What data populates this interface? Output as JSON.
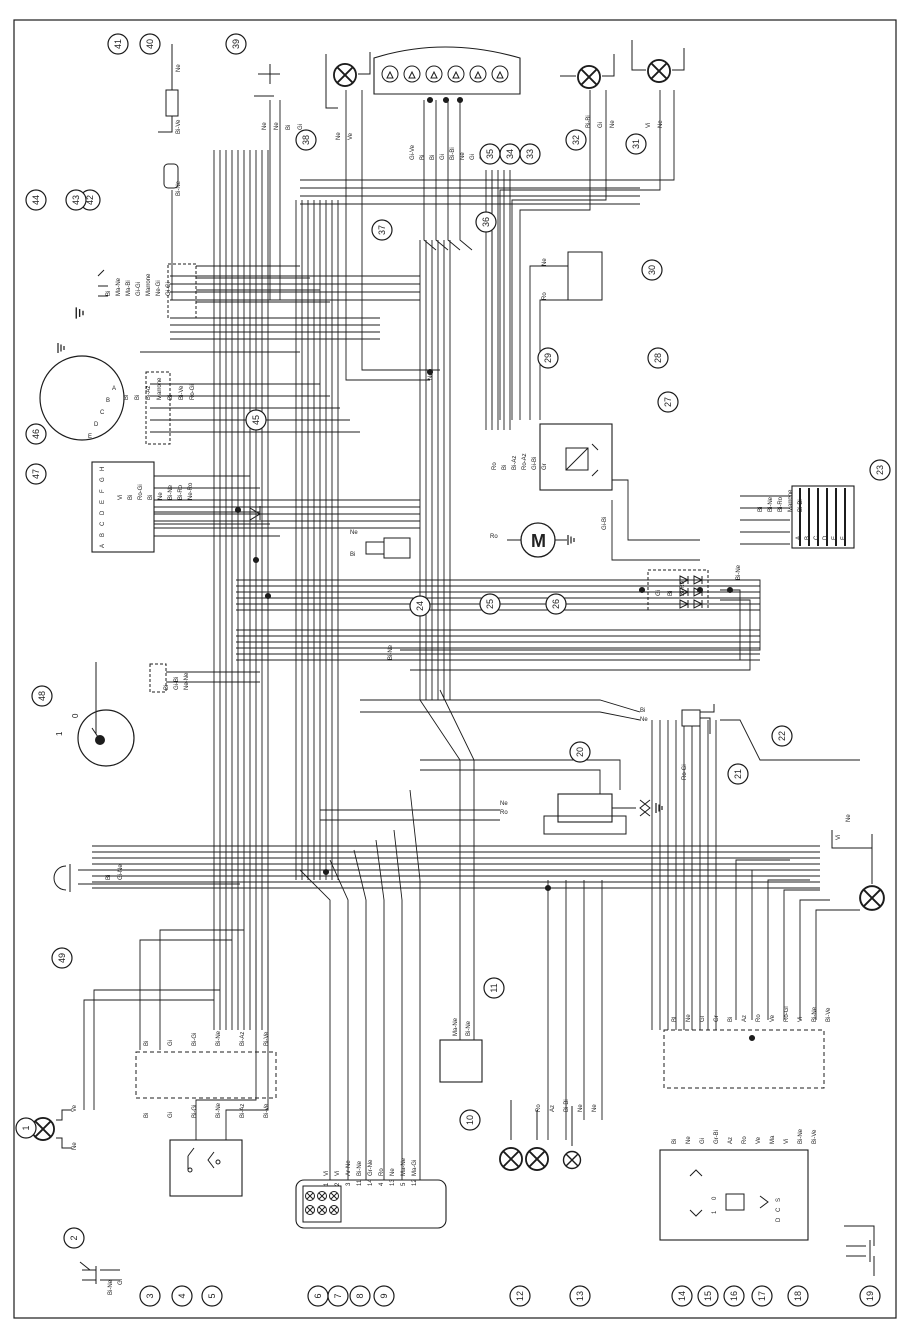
{
  "diagram": {
    "callouts": [
      "1",
      "2",
      "3",
      "4",
      "5",
      "6",
      "7",
      "8",
      "9",
      "10",
      "11",
      "12",
      "13",
      "14",
      "15",
      "16",
      "17",
      "18",
      "19",
      "20",
      "21",
      "22",
      "23",
      "24",
      "25",
      "26",
      "27",
      "28",
      "29",
      "30",
      "31",
      "32",
      "33",
      "34",
      "35",
      "36",
      "37",
      "38",
      "39",
      "40",
      "41",
      "42",
      "43",
      "44",
      "45",
      "46",
      "47",
      "48",
      "49"
    ],
    "wire_codes": {
      "bottom_left_10": [
        "Vi",
        "Vi",
        "Ar-Ne",
        "Bi-Ne",
        "Gr-Ne",
        "Ro",
        "Ne",
        "Ma-Ne",
        "Ma-Gi"
      ],
      "bottom_left_pins": [
        "1",
        "2",
        "3",
        "11",
        "14",
        "4",
        "13",
        "5",
        "12"
      ],
      "connector_3_5": [
        "Bi",
        "Gi",
        "Bi-Gi",
        "Bi-Ne",
        "Bi-Az",
        "Bi-Ve"
      ],
      "switch_17": [
        "Bi",
        "Ne",
        "Gi",
        "Gr-Bi",
        "Az",
        "Ro",
        "Ve",
        "Ma",
        "Vi",
        "Bi-Ne",
        "Bi-Ve"
      ],
      "right_connector": [
        "Bl",
        "Ne",
        "Gi",
        "Gr",
        "Bi",
        "Az",
        "Ro",
        "Ve",
        "Ro-Gi",
        "Vi",
        "Bi-Ne",
        "Bi-Ve"
      ],
      "lamp_12": [
        "Ro",
        "Az",
        "Bi-Bi",
        "Ne",
        "Ne"
      ],
      "item_11": [
        "Ma-Ne",
        "Bi-Ne"
      ],
      "item_1": [
        "Ve",
        "Ne"
      ],
      "item_49": [
        "Bi",
        "Gi-Ne"
      ],
      "item_20": [
        "Ne",
        "Ro"
      ],
      "item_21": [
        "Bi",
        "Ne",
        "Ro-Gi"
      ],
      "item_22": [
        "Vi",
        "Ne"
      ],
      "item_23": [
        "Bi",
        "Bi-Ne",
        "Bi-Ro",
        "Marrone",
        "Bi-Bi"
      ],
      "item_23_pins": [
        "A",
        "B",
        "C",
        "D",
        "E",
        "F"
      ],
      "item_27": [
        "Gi",
        "Bi",
        "Bi-Ro"
      ],
      "item_28_29": [
        "Ro",
        "Bi",
        "Bi-Az",
        "Ro-Az",
        "Gi-Bi",
        "Gr"
      ],
      "item_30": [
        "Ne",
        "Ro"
      ],
      "item_24": [
        "Ne",
        "Bi"
      ],
      "item_25": [
        "Ro"
      ],
      "item_26": [
        "Gi-Bi"
      ],
      "item_31": [
        "Vi",
        "Ne"
      ],
      "item_32": [
        "Bi-Bi",
        "Gi",
        "Ne"
      ],
      "item_33_36": [
        "Gi-Ve",
        "Bi",
        "Bi",
        "Gi",
        "Bi-Bi",
        "Ne",
        "Gi",
        "Gi"
      ],
      "item_38": [
        "Ne",
        "Ve"
      ],
      "item_39": [
        "Ne",
        "Ne",
        "Bi",
        "Gi"
      ],
      "item_40_41": [
        "Ne",
        "Bi-Ve",
        "Bi-Ne"
      ],
      "item_42": [
        "Bi",
        "Ma-Ne",
        "Ma-Bi",
        "Gi-Gi",
        "Marrone",
        "Ne-Gi",
        "Gi-Gi"
      ],
      "item_46": [
        "Bi",
        "Bi",
        "Bi-Az",
        "Marrone",
        "Bi",
        "Bi-Ve",
        "Ro-Gi"
      ],
      "item_46_pins": [
        "A",
        "B",
        "C",
        "D",
        "E"
      ],
      "item_47": [
        "Vi",
        "Bi",
        "Ro-Gi",
        "Bi",
        "Ne",
        "Bi-Ne",
        "Bi-Ro",
        "Ne-Ro"
      ],
      "item_47_pins": [
        "A",
        "B",
        "C",
        "D",
        "E",
        "F",
        "G",
        "H"
      ],
      "item_48": [
        "Bi",
        "Gi-Bi",
        "Ne-Ne"
      ],
      "item_48_pins": [
        "0",
        "1"
      ],
      "center_bundles": [
        "Bi-Ne",
        "Ne",
        "Bi-Ne"
      ],
      "item_18_pins": [
        "D",
        "C",
        "S"
      ],
      "item_16_pins": [
        "1",
        "0"
      ]
    },
    "colors": {
      "ink": "#1c1c1c",
      "paper": "#ffffff"
    }
  }
}
